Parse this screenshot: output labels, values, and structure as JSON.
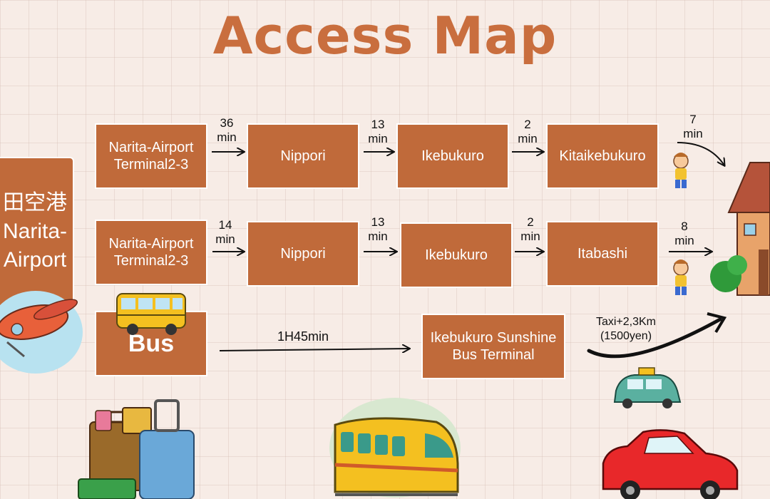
{
  "title": "Access Map",
  "airport": {
    "label": "田空港\nNarita-\nAirport"
  },
  "route1": {
    "stations": [
      "Narita-Airport\nTerminal2-3",
      "Nippori",
      "Ikebukuro",
      "Kitaikebukuro"
    ],
    "times": [
      "36\nmin",
      "13\nmin",
      "2\nmin",
      "7\nmin"
    ]
  },
  "route2": {
    "stations": [
      "Narita-Airport\nTerminal2-3",
      "Nippori",
      "Ikebukuro",
      "Itabashi"
    ],
    "times": [
      "14\nmin",
      "13\nmin",
      "2\nmin",
      "8\nmin"
    ]
  },
  "bus": {
    "label": "Bus",
    "time": "1H45min",
    "terminal": "Ikebukuro Sunshine\nBus Terminal",
    "taxi": "Taxi+2,3Km\n(1500yen)"
  },
  "colors": {
    "box": "#c06a3a",
    "title": "#c96e3e",
    "background": "#f7ece6"
  },
  "icons": [
    "airplane-icon",
    "school-bus-icon",
    "luggage-icon",
    "train-icon",
    "walking-child-icon",
    "house-icon",
    "taxi-icon",
    "red-car-icon"
  ]
}
